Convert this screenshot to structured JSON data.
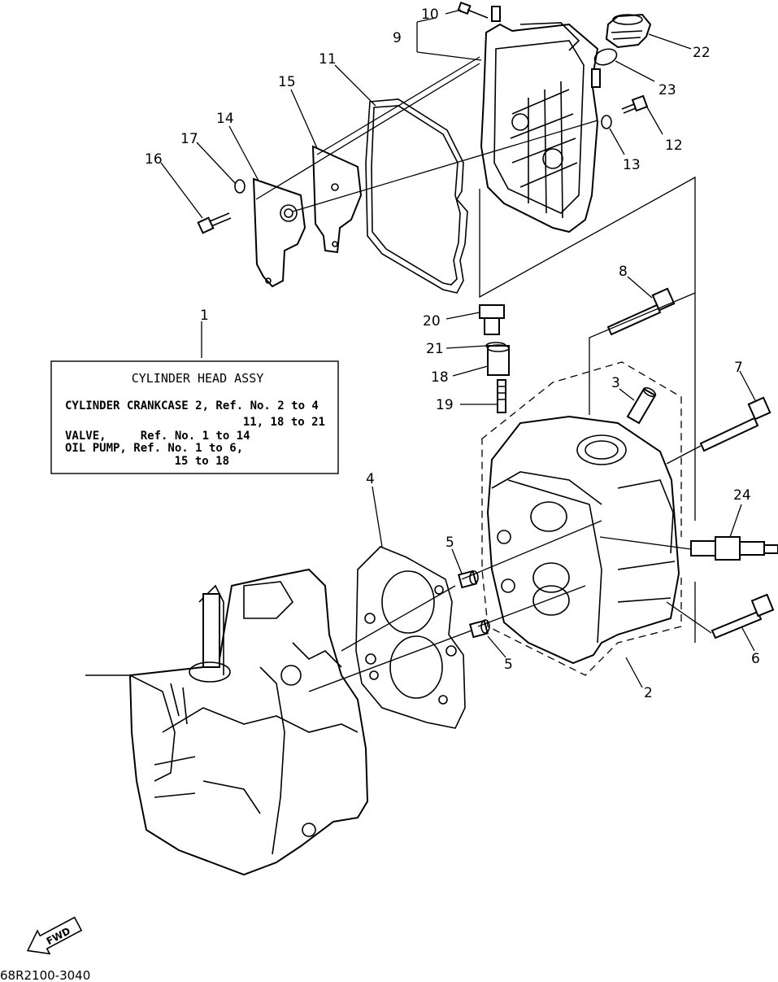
{
  "assy_box": {
    "title": "CYLINDER HEAD ASSY",
    "lines": [
      "CYLINDER CRANKCASE 2, Ref. No. 2 to 4",
      "11, 18 to 21",
      "VALVE,     Ref. No. 1 to 14",
      "OIL PUMP, Ref. No. 1 to 6,",
      "15 to 18"
    ]
  },
  "callouts": [
    "1",
    "2",
    "3",
    "4",
    "5",
    "5",
    "6",
    "7",
    "8",
    "9",
    "10",
    "11",
    "12",
    "13",
    "14",
    "15",
    "16",
    "17",
    "18",
    "19",
    "20",
    "21",
    "22",
    "23",
    "24"
  ],
  "fwd_label": "FWD",
  "drawing_code": "68R2100-3040"
}
